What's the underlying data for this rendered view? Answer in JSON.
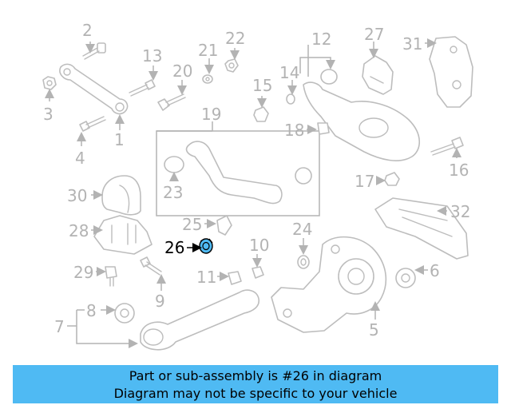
{
  "diagram": {
    "callouts": [
      "1",
      "2",
      "3",
      "4",
      "5",
      "6",
      "7",
      "8",
      "9",
      "10",
      "11",
      "12",
      "13",
      "14",
      "15",
      "16",
      "17",
      "18",
      "19",
      "20",
      "21",
      "22",
      "23",
      "24",
      "25",
      "26",
      "27",
      "28",
      "29",
      "30",
      "31",
      "32"
    ],
    "highlighted_callout": "26",
    "highlight_color": "#4fbaf3",
    "line_color": "#b3b3b3"
  },
  "banner": {
    "line1": "Part or sub-assembly is #26 in diagram",
    "line2": "Diagram may not be specific to your vehicle",
    "background": "#4fbaf3"
  }
}
